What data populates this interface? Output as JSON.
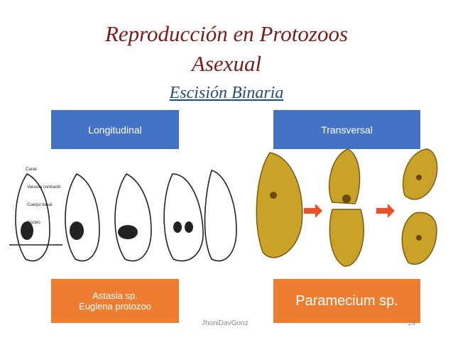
{
  "slide": {
    "title_line1": "Reproducción en Protozoos",
    "title_line2": "Asexual",
    "subtitle": "Escisión Binaria",
    "left_header": "Longitudinal",
    "right_header": "Transversal",
    "left_caption_line1": "Astasia sp.",
    "left_caption_line2": "Euglena protozoo",
    "right_caption": "Paramecium sp.",
    "footer_author": "JhoniDavGonz",
    "page_number": "14"
  },
  "diagram_labels": {
    "canal": "Canal",
    "vacuole": "Vacuola contractil",
    "basal": "Cuerpo basal",
    "nucleus": "Núcleo"
  },
  "colors": {
    "title": "#7a1c1c",
    "subtitle": "#1f4e79",
    "header_box": "#4472c4",
    "caption_box": "#ed7d31",
    "paramecium": "#c9a227",
    "arrow": "#e8532a"
  }
}
